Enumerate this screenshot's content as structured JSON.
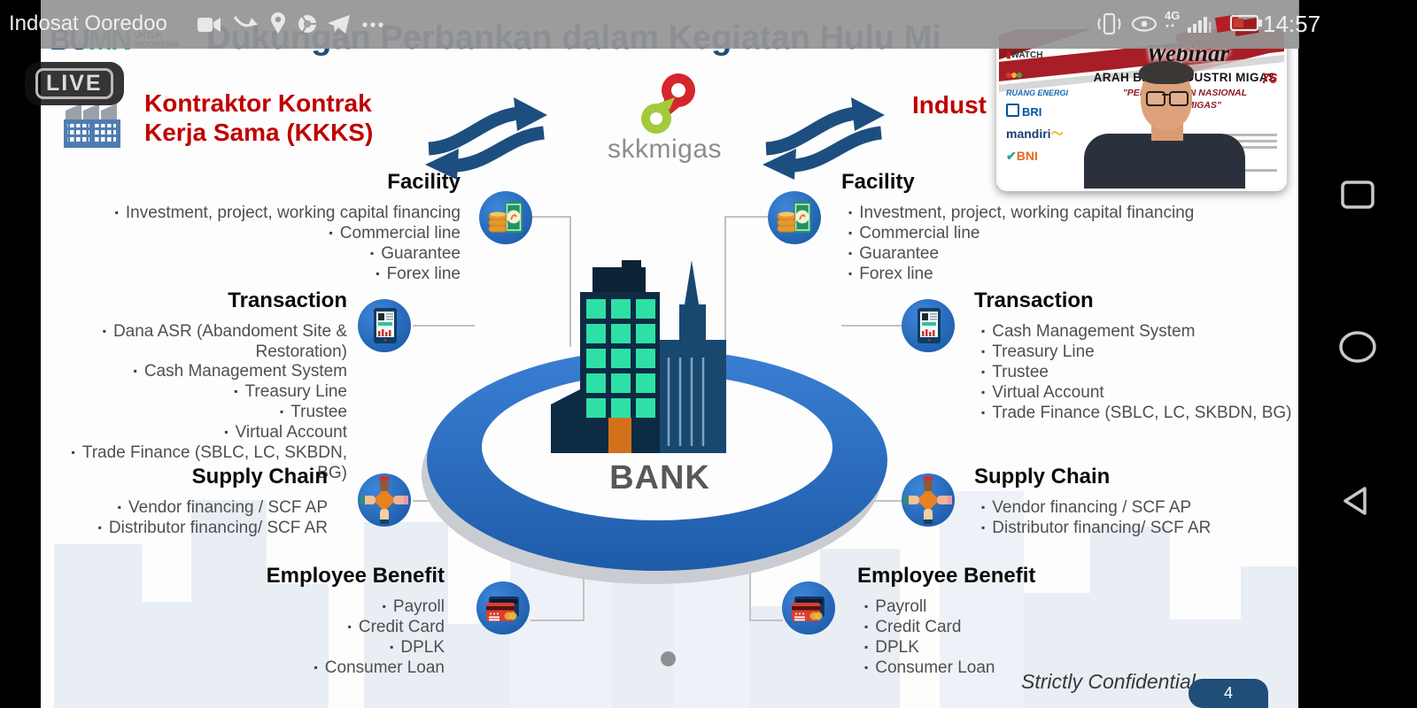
{
  "status_bar": {
    "carrier": "Indosat Ooredoo",
    "time": "14:57",
    "network": "4G",
    "left_icons": [
      "video-call",
      "call-forward",
      "location",
      "chrome",
      "telegram",
      "more"
    ],
    "right_icons": [
      "vibrate",
      "eye-comfort",
      "network-4g",
      "signal",
      "battery"
    ]
  },
  "live_badge": {
    "label": "LIVE"
  },
  "nav_bar": {
    "buttons": [
      "recents",
      "home",
      "back"
    ]
  },
  "bumn_logo": {
    "part1": "BU",
    "part2": "MN",
    "tagline1": "UNTUK",
    "tagline2": "INDONESIA"
  },
  "slide": {
    "title": "Dukungan Perbankan dalam Kegiatan Hulu Mi",
    "kkks_line1": "Kontraktor Kontrak",
    "kkks_line2": "Kerja Sama (KKKS)",
    "industry_label": "Indust",
    "skkmigas_label": "skkmigas",
    "bank_label": "BANK",
    "footer_confidential": "Strictly Confidential",
    "page_number": "4",
    "left_sections": [
      {
        "heading": "Facility",
        "items": [
          "Investment, project, working capital financing",
          "Commercial line",
          "Guarantee",
          "Forex line"
        ]
      },
      {
        "heading": "Transaction",
        "items": [
          "Dana ASR (Abandoment Site & Restoration)",
          "Cash Management System",
          "Treasury Line",
          "Trustee",
          "Virtual Account",
          "Trade Finance (SBLC, LC, SKBDN, BG)"
        ]
      },
      {
        "heading": "Supply Chain",
        "items": [
          "Vendor financing / SCF AP",
          "Distributor financing/ SCF AR"
        ]
      },
      {
        "heading": "Employee Benefit",
        "items": [
          "Payroll",
          "Credit Card",
          "DPLK",
          "Consumer Loan"
        ]
      }
    ],
    "right_sections": [
      {
        "heading": "Facility",
        "items": [
          "Investment, project, working capital financing",
          "Commercial line",
          "Guarantee",
          "Forex line"
        ]
      },
      {
        "heading": "Transaction",
        "items": [
          "Cash Management System",
          "Treasury Line",
          "Trustee",
          "Virtual Account",
          "Trade Finance (SBLC, LC, SKBDN, BG)"
        ]
      },
      {
        "heading": "Supply Chain",
        "items": [
          "Vendor financing / SCF AP",
          "Distributor financing/ SCF AR"
        ]
      },
      {
        "heading": "Employee Benefit",
        "items": [
          "Payroll",
          "Credit Card",
          "DPLK",
          "Consumer Loan"
        ]
      }
    ]
  },
  "webinar_card": {
    "script_title": "Webinar",
    "title": "ARAH BARU INDUSTRI MIGAS",
    "subtitle1": "\"PER…BANKAN NASIONAL",
    "subtitle2": "…HULU MIGAS\"",
    "logos": [
      "WATCH",
      "RUANG ENERGI",
      "BRI",
      "mandiri",
      "BNI"
    ],
    "badge": "76"
  },
  "colors": {
    "accent_navy": "#1d4e7e",
    "accent_red": "#c00000",
    "ring_blue": "#2b6fc0",
    "page_tab": "#1f4e79"
  }
}
